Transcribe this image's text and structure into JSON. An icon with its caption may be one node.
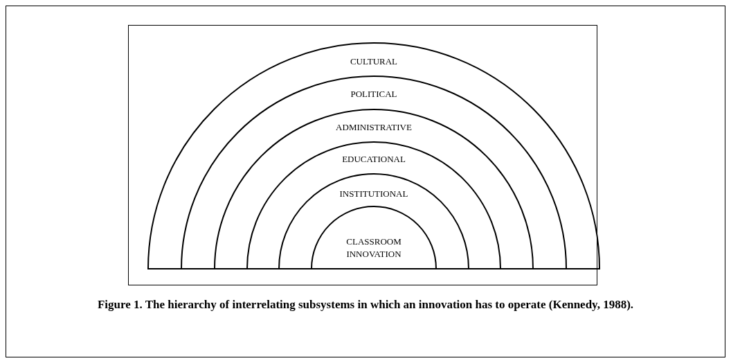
{
  "diagram": {
    "caption": "Figure 1. The hierarchy of interrelating subsystems in which an innovation has to operate (Kennedy, 1988).",
    "nodes": [
      {
        "text": [
          "CULTURAL"
        ]
      },
      {
        "text": [
          "POLITICAL"
        ],
        "in": 0
      },
      {
        "text": [
          "ADMINISTRATIVE"
        ],
        "in": 1
      },
      {
        "text": [
          "EDUCATIONAL"
        ],
        "in": 2
      },
      {
        "text": [
          "INSTITUTIONAL"
        ],
        "in": 3
      },
      {
        "text": [
          "CLASSROOM INNOVATION"
        ],
        "in": 4
      }
    ],
    "edges": []
  }
}
